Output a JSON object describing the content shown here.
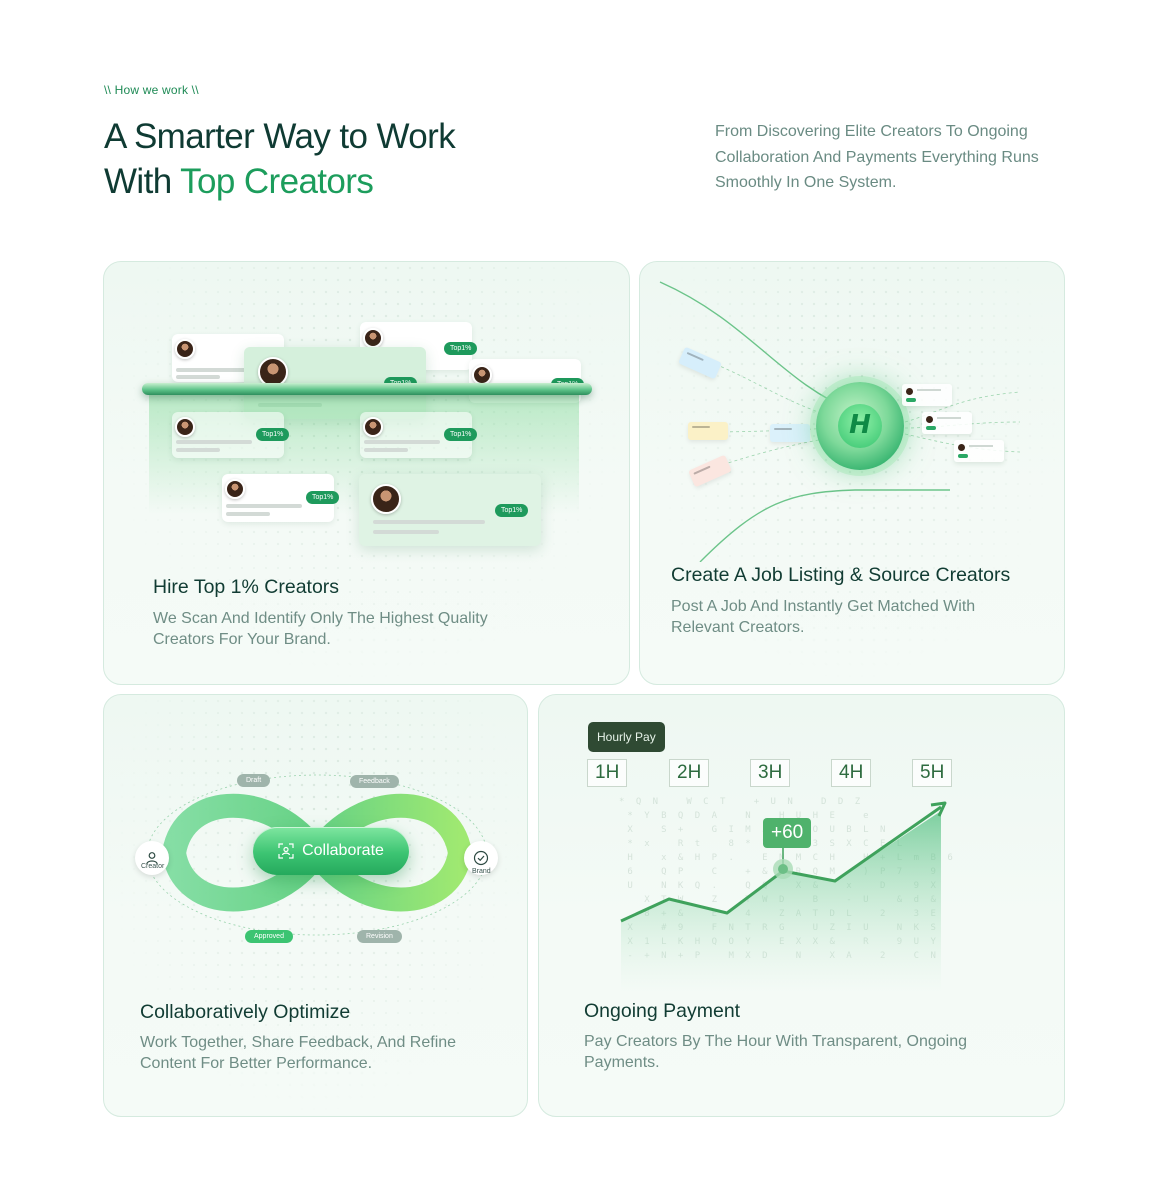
{
  "header": {
    "eyebrow": "\\\\  How we work  \\\\",
    "title_line1": "A Smarter Way to Work",
    "title_line2_prefix": "With ",
    "title_line2_accent": "Top Creators",
    "intro": "From Discovering Elite Creators To Ongoing Collaboration And Payments Everything Runs Smoothly In One System."
  },
  "colors": {
    "accent": "#1c9d5c",
    "heading": "#0f3b33",
    "muted": "#6f8d85"
  },
  "cards": {
    "hire": {
      "title": "Hire Top 1% Creators",
      "desc": "We Scan And Identify Only The Highest Quality Creators For Your Brand.",
      "badge": "Top1%"
    },
    "job": {
      "title": "Create A Job Listing & Source Creators",
      "desc": "Post A Job And Instantly Get Matched With Relevant Creators.",
      "logo_icon": "h-logo-icon"
    },
    "collab": {
      "title": "Collaboratively Optimize",
      "desc": "Work Together, Share Feedback, And Refine Content For Better Performance.",
      "button": "Collaborate",
      "tags": {
        "draft": "Draft",
        "feedback": "Feedback",
        "approved": "Approved",
        "revision": "Revision"
      },
      "nodes": {
        "creator": "Creator",
        "brand": "Brand"
      }
    },
    "payment": {
      "title": "Ongoing Payment",
      "desc": "Pay Creators By The Hour With Transparent, Ongoing Payments.",
      "hourly_label": "Hourly Pay",
      "hours": [
        "1H",
        "2H",
        "3H",
        "4H",
        "5H"
      ],
      "highlight": "+60"
    }
  }
}
